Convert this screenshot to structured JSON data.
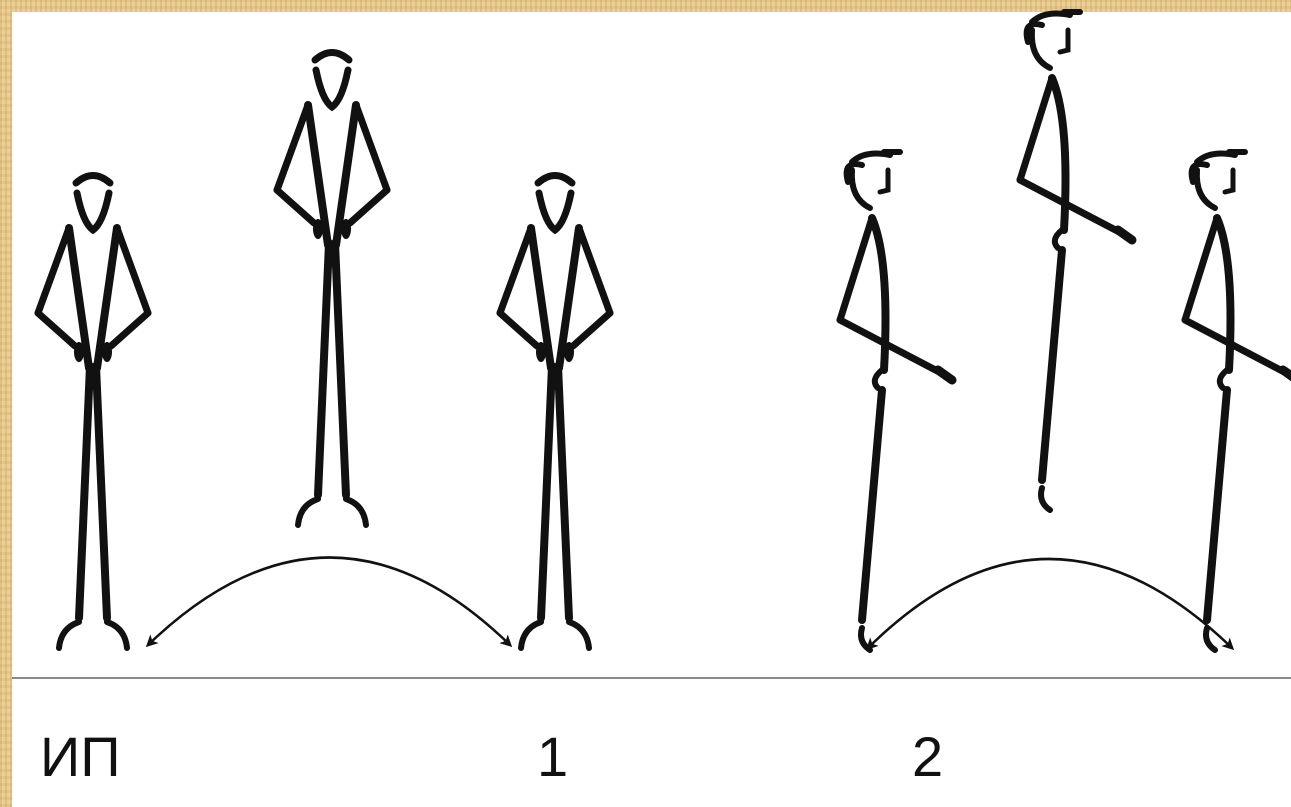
{
  "labels": {
    "start_position": "ИП",
    "step_1": "1",
    "step_2": "2"
  },
  "colors": {
    "frame": "#e7c98c",
    "panel": "#ffffff",
    "ink": "#111111",
    "divider": "#8a8a8a"
  },
  "icons": {
    "front_figures": [
      "stick-figure-front-icon",
      "stick-figure-front-jumping-icon",
      "stick-figure-front-icon"
    ],
    "side_figures": [
      "stick-figure-side-icon",
      "stick-figure-side-jumping-icon",
      "stick-figure-side-icon"
    ],
    "arrows": [
      "curved-double-arrow-icon",
      "curved-double-arrow-icon"
    ]
  }
}
